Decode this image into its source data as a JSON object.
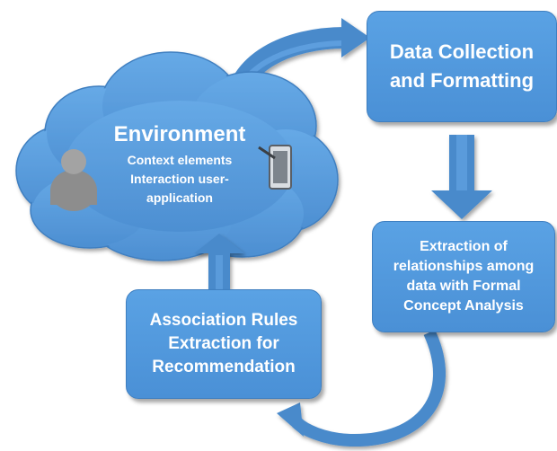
{
  "environment": {
    "title": "Environment",
    "line1": "Context elements",
    "line2": "Interaction user-",
    "line3": "application"
  },
  "steps": {
    "data_collection": "Data Collection and Formatting",
    "fca": "Extraction of relationships among data with Formal Concept Analysis",
    "association": "Association Rules Extraction for Recommendation"
  },
  "colors": {
    "primary": "#5b9bd5",
    "arrow": "#4f8fd0",
    "arrow_dark": "#2e5f94",
    "text": "#ffffff"
  },
  "icons": [
    "user-silhouette-icon",
    "tablet-device-icon"
  ]
}
